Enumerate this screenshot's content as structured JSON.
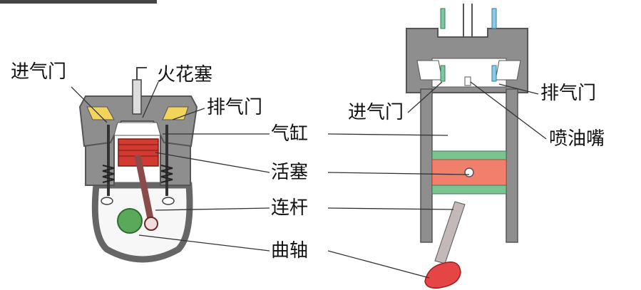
{
  "labels": {
    "left_intake_valve": "进气门",
    "spark_plug": "火花塞",
    "left_exhaust_valve": "排气门",
    "cylinder": "气缸",
    "piston": "活塞",
    "connecting_rod": "连杆",
    "crankshaft": "曲轴",
    "right_intake_valve": "进气门",
    "right_exhaust_valve": "排气门",
    "fuel_injector": "喷油嘴"
  }
}
